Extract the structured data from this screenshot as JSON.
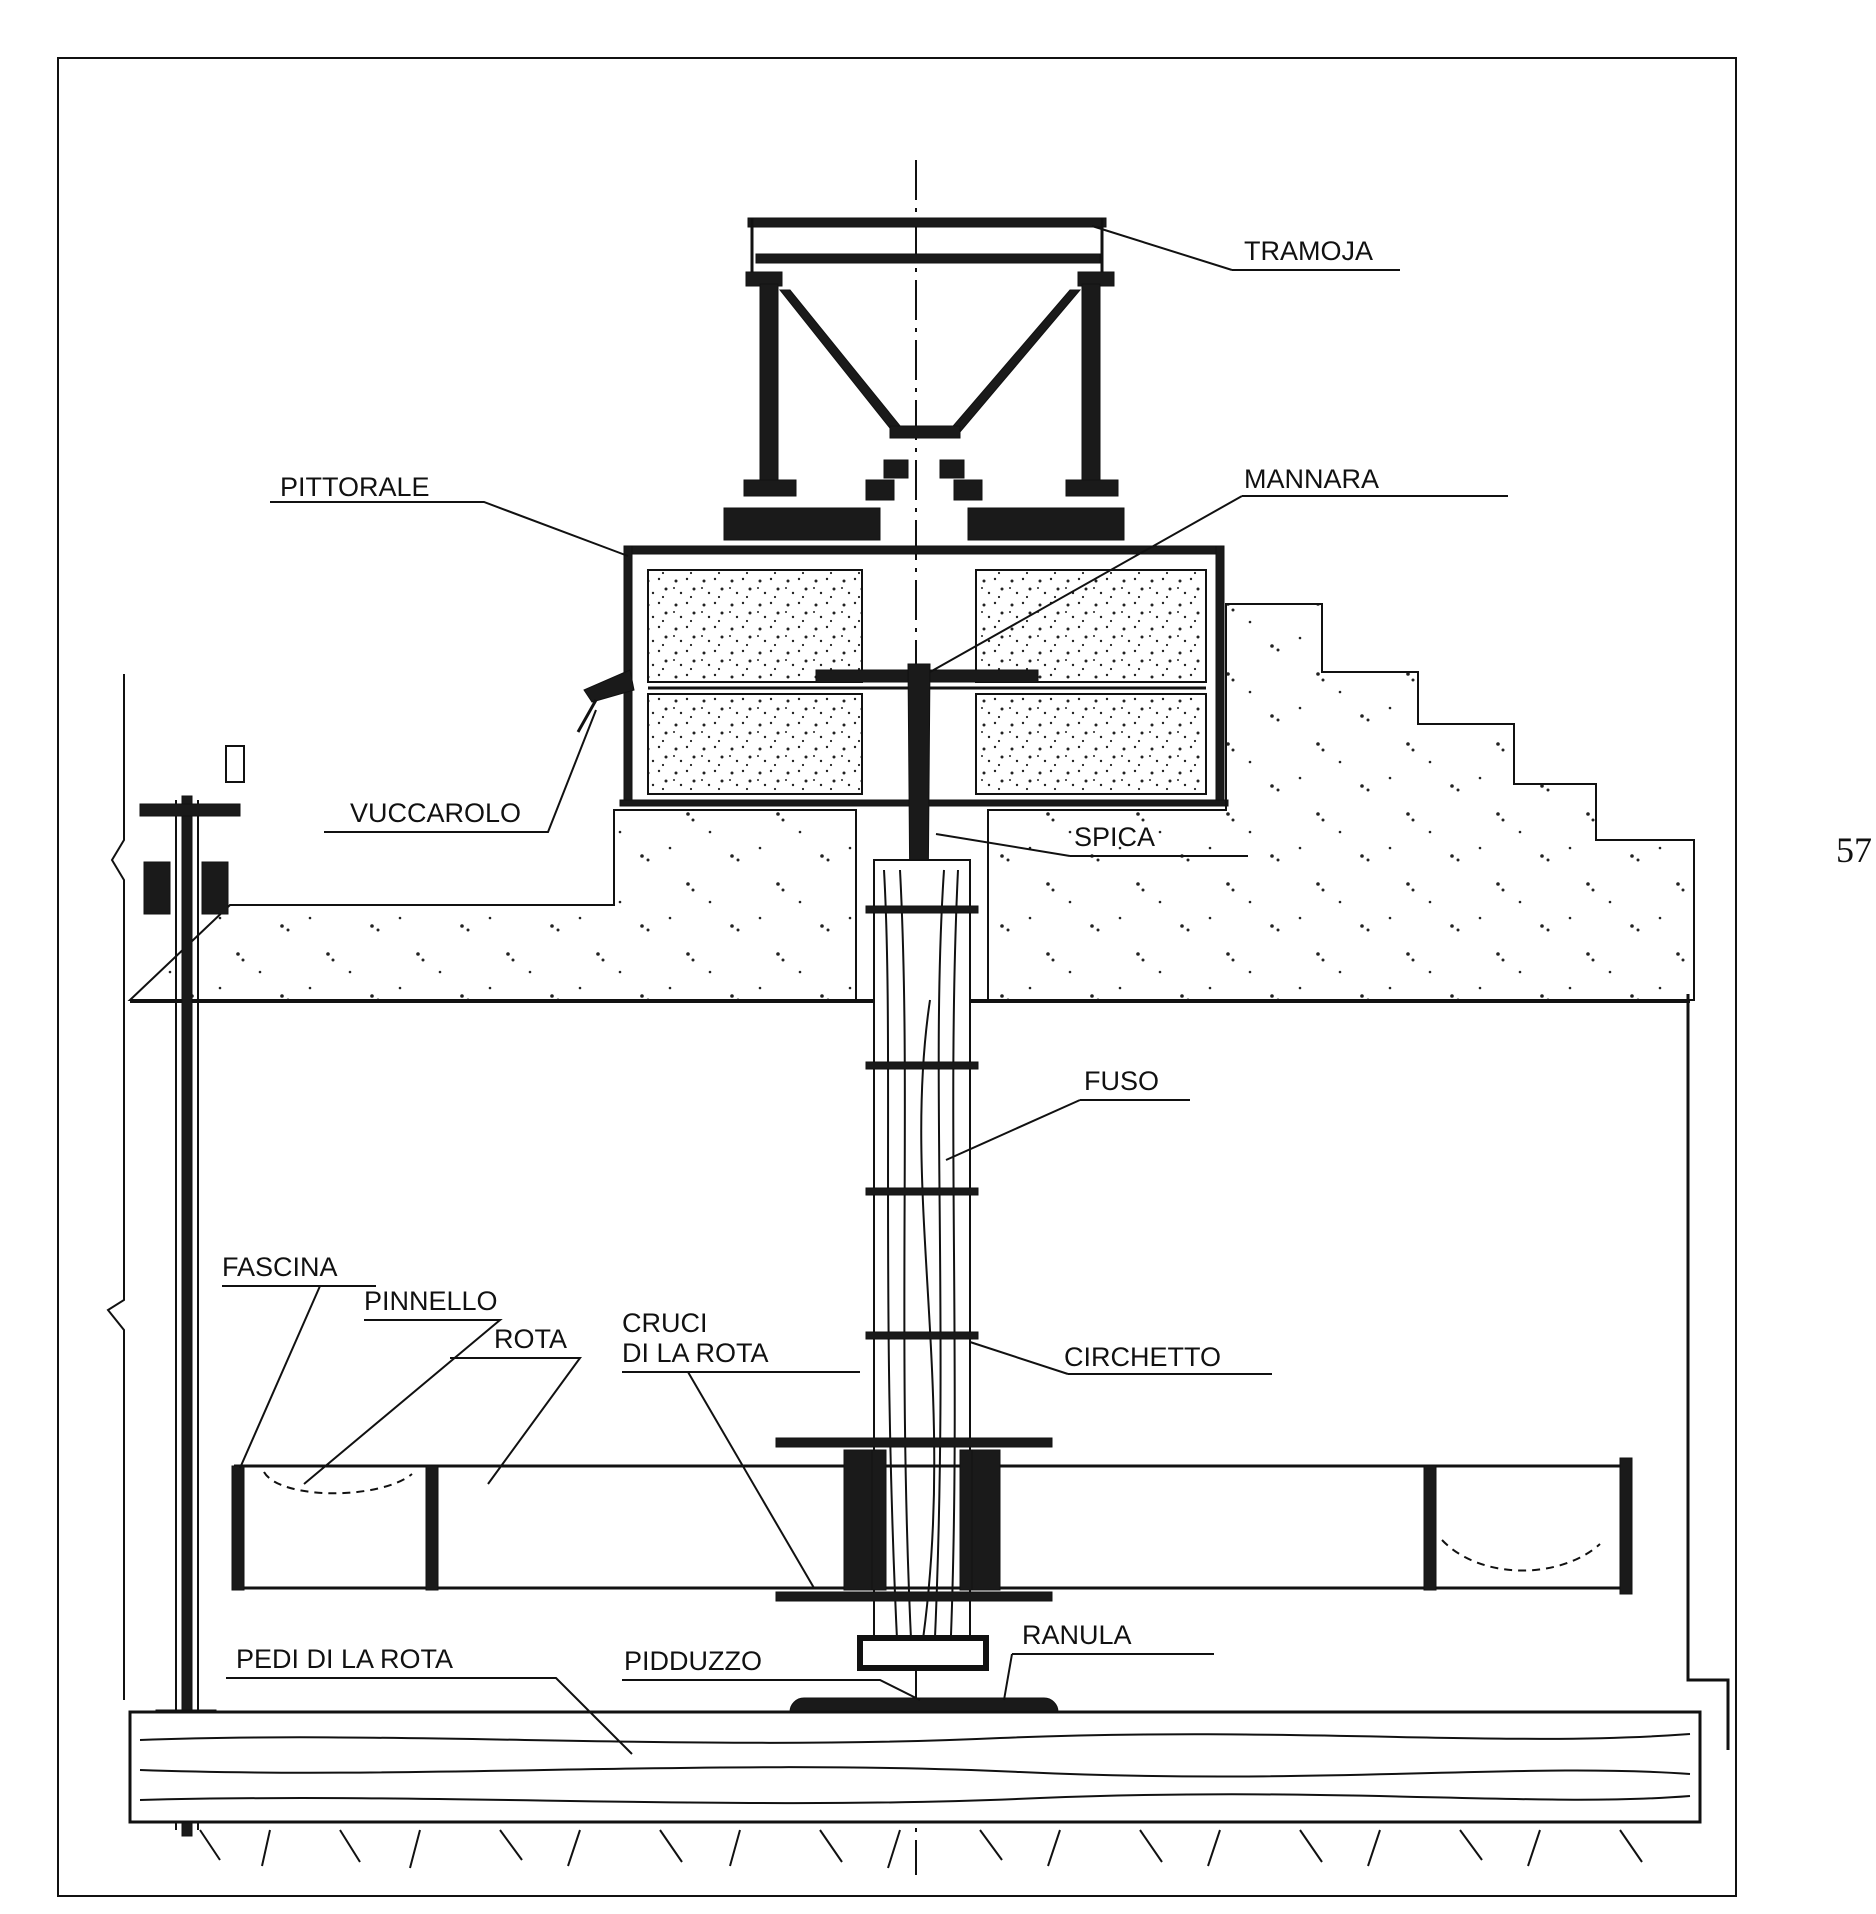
{
  "labels": {
    "tramoja": "TRAMOJA",
    "pittorale": "PITTORALE",
    "mannara": "MANNARA",
    "vuccarolo": "VUCCAROLO",
    "spica": "SPICA",
    "fuso": "FUSO",
    "fascina": "FASCINA",
    "pinnello": "PINNELLO",
    "rota": "ROTA",
    "cruci_line1": "CRUCI",
    "cruci_line2": "DI LA ROTA",
    "circhetto": "CIRCHETTO",
    "pedi_di_la_rota": "PEDI DI LA ROTA",
    "pidduzzo": "PIDDUZZO",
    "ranula": "RANULA"
  },
  "page_number": "57"
}
